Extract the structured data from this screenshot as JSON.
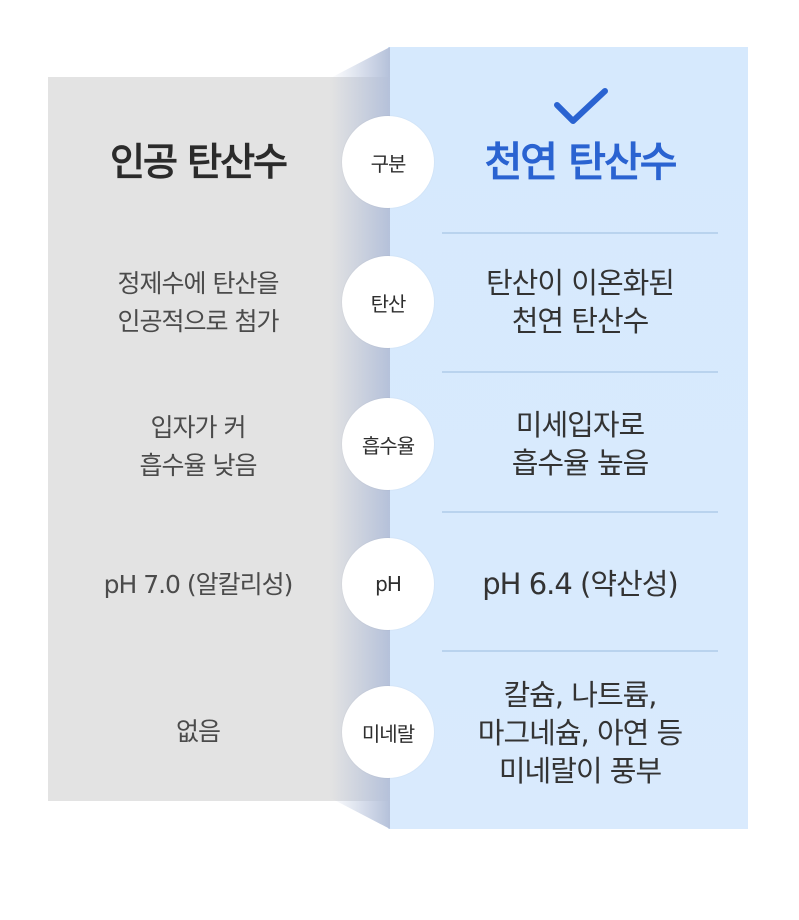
{
  "colors": {
    "left_bg": "#e3e3e3",
    "right_bg": "#d6e9fd",
    "accent_blue": "#2a63d1",
    "circle_bg": "#ffffff"
  },
  "header": {
    "left_title": "인공 탄산수",
    "center_label": "구분",
    "right_title": "천연 탄산수",
    "right_icon": "checkmark-icon"
  },
  "rows": [
    {
      "label": "탄산",
      "left": "정제수에 탄산을\n인공적으로 첨가",
      "right": "탄산이 이온화된\n천연 탄산수"
    },
    {
      "label": "흡수율",
      "left": "입자가 커\n흡수율 낮음",
      "right": "미세입자로\n흡수율 높음"
    },
    {
      "label": "pH",
      "left": "pH 7.0 (알칼리성)",
      "right": "pH 6.4 (약산성)"
    },
    {
      "label": "미네랄",
      "left": "없음",
      "right": "칼슘, 나트륨,\n마그네슘, 아연 등\n미네랄이 풍부"
    }
  ]
}
